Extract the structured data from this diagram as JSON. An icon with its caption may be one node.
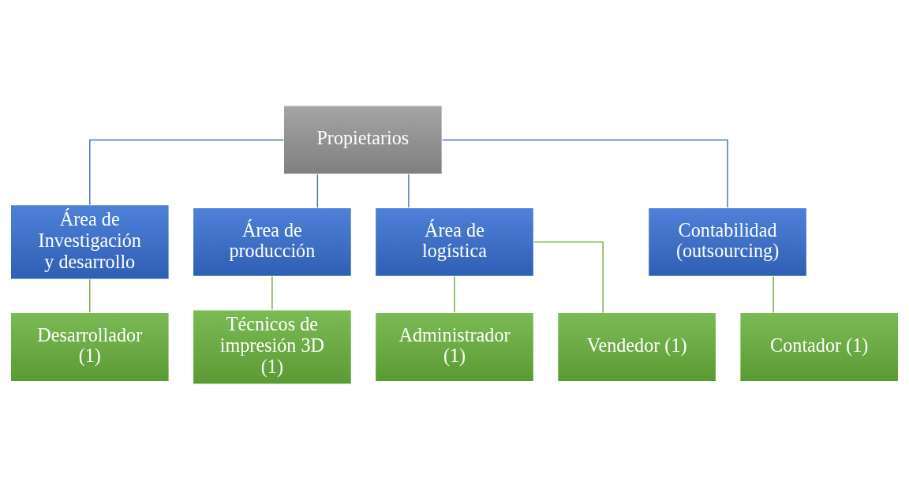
{
  "diagram": {
    "nodes": [
      {
        "text": [
          "Propietarios"
        ]
      },
      {
        "text": [
          "Área de Investigación y desarrollo"
        ]
      },
      {
        "text": [
          "Área de producción"
        ]
      },
      {
        "text": [
          "Área de logística"
        ]
      },
      {
        "text": [
          "Contabilidad (outsourcing)"
        ]
      },
      {
        "text": [
          "Desarrollador (1)"
        ]
      },
      {
        "text": [
          "Técnicos de impresión 3D (1)"
        ]
      },
      {
        "text": [
          "Administrador (1)"
        ]
      },
      {
        "text": [
          "Vendedor (1)"
        ]
      },
      {
        "text": [
          "Contador (1)"
        ]
      }
    ],
    "edges": [
      {
        "from": 0,
        "to": 1,
        "arrow": "none",
        "color": "#4472c4"
      },
      {
        "from": 0,
        "to": 2,
        "arrow": "none",
        "color": "#4472c4"
      },
      {
        "from": 0,
        "to": 3,
        "arrow": "none",
        "color": "#4472c4"
      },
      {
        "from": 0,
        "to": 4,
        "arrow": "none",
        "color": "#4472c4"
      },
      {
        "from": 1,
        "to": 5,
        "arrow": "none"
      },
      {
        "from": 2,
        "to": 6,
        "arrow": "none"
      },
      {
        "from": 3,
        "to": 7,
        "arrow": "none"
      },
      {
        "from": 3,
        "to": 8,
        "arrow": "none"
      },
      {
        "from": 4,
        "to": 9,
        "arrow": "none"
      }
    ]
  }
}
